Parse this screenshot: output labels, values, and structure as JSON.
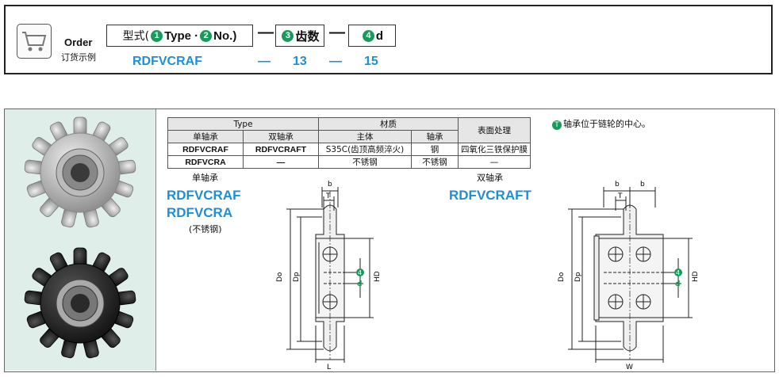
{
  "order": {
    "label_en": "Order",
    "label_cn": "订货示例",
    "headers": {
      "type_prefix": "型式(",
      "type_text": "Type · ",
      "no_text": "No.)",
      "teeth_text": "齿数",
      "d_text": "d"
    },
    "circles": [
      "1",
      "2",
      "3",
      "4"
    ],
    "dash": "—",
    "values": {
      "type": "RDFVCRAF",
      "teeth": "13",
      "d": "15"
    }
  },
  "table": {
    "h_type": "Type",
    "h_material": "材质",
    "h_surface": "表面处理",
    "h_single": "单轴承",
    "h_double": "双轴承",
    "h_body": "主体",
    "h_bearing": "轴承",
    "rows": [
      {
        "single": "RDFVCRAF",
        "double": "RDFVCRAFT",
        "body": "S35C(齿顶高频淬火)",
        "bearing": "钢",
        "surface": "四氧化三铁保护膜"
      },
      {
        "single": "RDFVCRA",
        "double": "—",
        "body": "不锈钢",
        "bearing": "不锈钢",
        "surface": "—"
      }
    ]
  },
  "note": {
    "icon": "T",
    "text": "轴承位于链轮的中心。"
  },
  "left_section": {
    "label": "单轴承",
    "names": [
      "RDFVCRAF",
      "RDFVCRA"
    ],
    "sub": "(不锈钢)"
  },
  "right_section": {
    "label": "双轴承",
    "name": "RDFVCRAFT"
  },
  "dims": {
    "b": "b",
    "T": "T",
    "Do": "Do",
    "Dp": "Dp",
    "HD": "HD",
    "L": "L",
    "W": "W",
    "d": "d",
    "d_circle": "4"
  }
}
